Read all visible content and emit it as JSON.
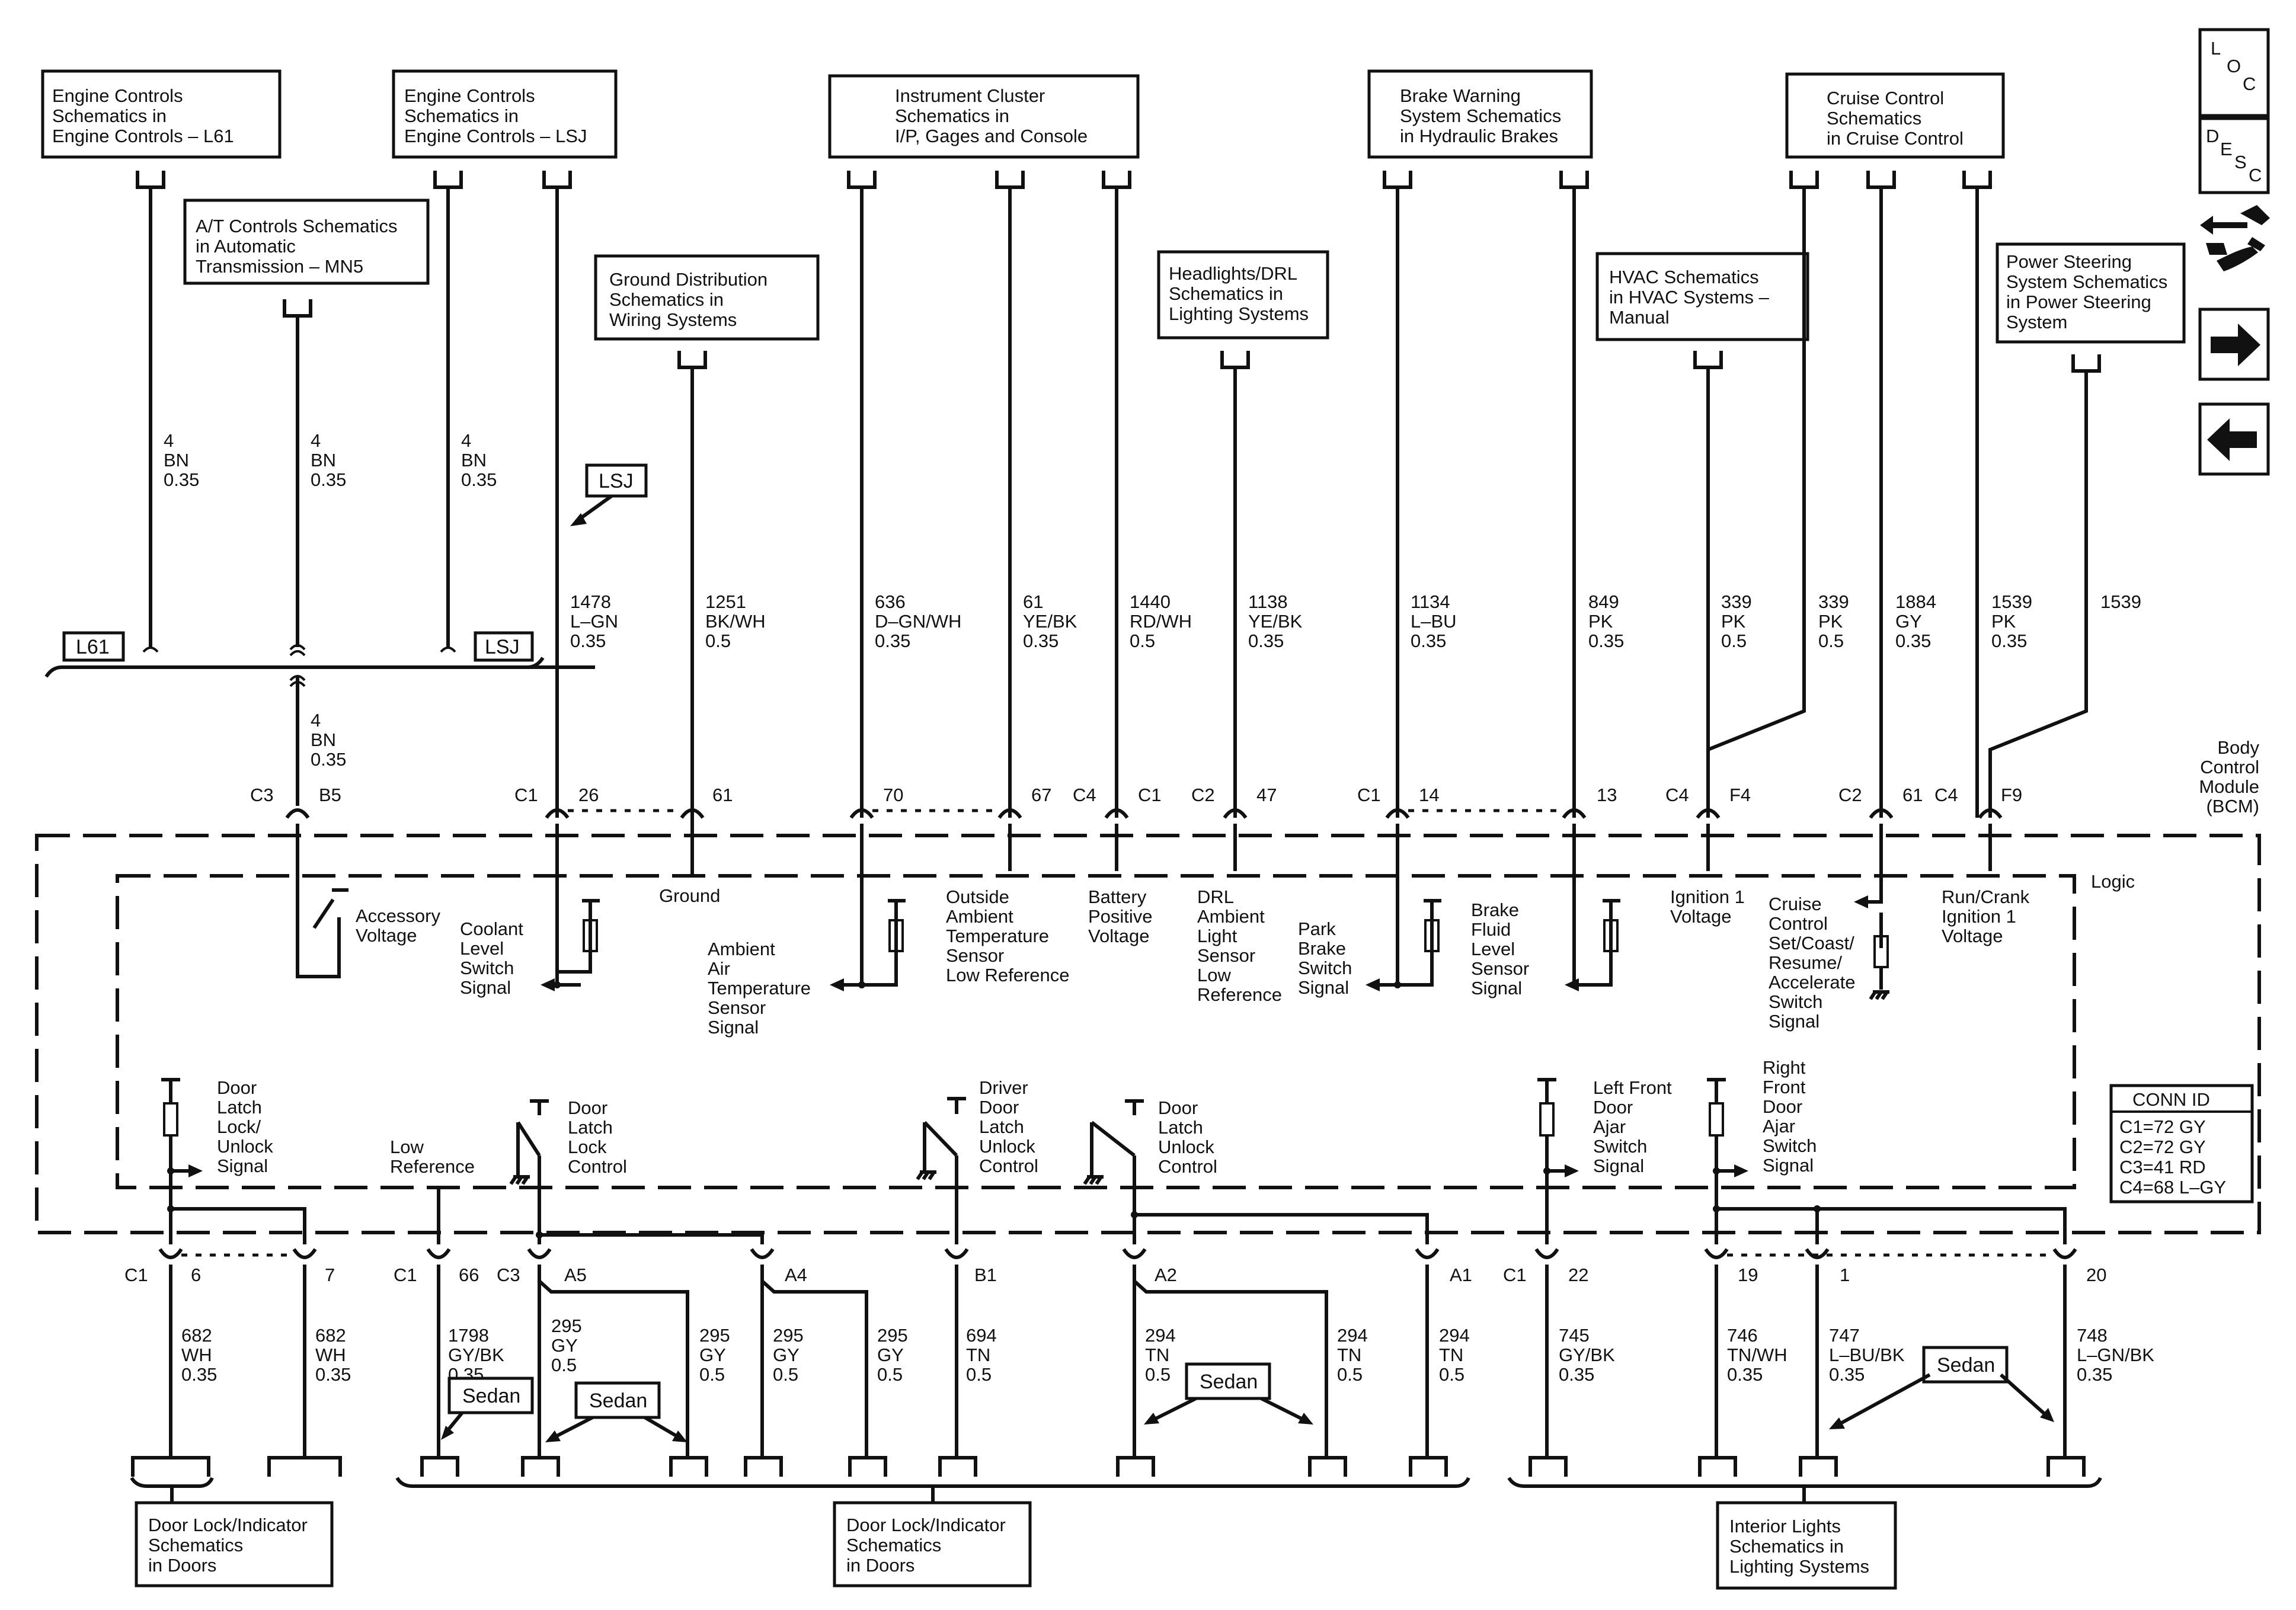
{
  "source_boxes": [
    {
      "lines": [
        "Engine Controls",
        "Schematics in",
        "Engine Controls – L61"
      ]
    },
    {
      "lines": [
        "Engine Controls",
        "Schematics in",
        "Engine Controls – LSJ"
      ]
    },
    {
      "lines": [
        "A/T Controls Schematics",
        "in Automatic",
        "Transmission – MN5"
      ]
    },
    {
      "lines": [
        "Ground Distribution",
        "Schematics in",
        "Wiring Systems"
      ]
    },
    {
      "lines": [
        "Instrument Cluster",
        "Schematics in",
        "I/P, Gages and Console"
      ]
    },
    {
      "lines": [
        "Headlights/DRL",
        "Schematics in",
        "Lighting Systems"
      ]
    },
    {
      "lines": [
        "Brake Warning",
        "System Schematics",
        "in Hydraulic Brakes"
      ]
    },
    {
      "lines": [
        "HVAC Schematics",
        "in HVAC Systems –",
        "Manual"
      ]
    },
    {
      "lines": [
        "Cruise Control",
        "Schematics",
        "in Cruise Control"
      ]
    },
    {
      "lines": [
        "Power Steering",
        "System Schematics",
        "in Power Steering",
        "System"
      ]
    }
  ],
  "option_tags": {
    "l61": "L61",
    "lsj": "LSJ",
    "lsj_upper": "LSJ",
    "sedan": "Sedan"
  },
  "upper_wires": [
    {
      "lines": [
        "4",
        "BN",
        "0.35"
      ]
    },
    {
      "lines": [
        "4",
        "BN",
        "0.35"
      ]
    },
    {
      "lines": [
        "4",
        "BN",
        "0.35"
      ]
    },
    {
      "lines": [
        "4",
        "BN",
        "0.35"
      ]
    },
    {
      "lines": [
        "1478",
        "L–GN",
        "0.35"
      ]
    },
    {
      "lines": [
        "1251",
        "BK/WH",
        "0.5"
      ]
    },
    {
      "lines": [
        "636",
        "D–GN/WH",
        "0.35"
      ]
    },
    {
      "lines": [
        "61",
        "YE/BK",
        "0.35"
      ]
    },
    {
      "lines": [
        "1440",
        "RD/WH",
        "0.5"
      ]
    },
    {
      "lines": [
        "1138",
        "YE/BK",
        "0.35"
      ]
    },
    {
      "lines": [
        "1134",
        "L–BU",
        "0.35"
      ]
    },
    {
      "lines": [
        "849",
        "PK",
        "0.35"
      ]
    },
    {
      "lines": [
        "339",
        "PK",
        "0.5"
      ]
    },
    {
      "lines": [
        "339",
        "PK",
        "0.5"
      ]
    },
    {
      "lines": [
        "1884",
        "GY",
        "0.35"
      ]
    },
    {
      "lines": [
        "1539",
        "PK",
        "0.35"
      ]
    },
    {
      "lines": [
        "1539"
      ]
    }
  ],
  "top_pins": [
    "C3",
    "B5",
    "C1",
    "26",
    "61",
    "70",
    "67",
    "C4",
    "C1",
    "C2",
    "47",
    "C1",
    "14",
    "13",
    "C4",
    "F4",
    "C2",
    "61",
    "C4",
    "F9"
  ],
  "module": {
    "lines": [
      "Body",
      "Control",
      "Module",
      "(BCM)"
    ],
    "logic": "Logic"
  },
  "upper_signals": [
    {
      "lines": [
        "Accessory",
        "Voltage"
      ]
    },
    {
      "lines": [
        "Coolant",
        "Level",
        "Switch",
        "Signal"
      ]
    },
    {
      "lines": [
        "Ground"
      ]
    },
    {
      "lines": [
        "Ambient",
        "Air",
        "Temperature",
        "Sensor",
        "Signal"
      ]
    },
    {
      "lines": [
        "Outside",
        "Ambient",
        "Temperature",
        "Sensor",
        "Low Reference"
      ]
    },
    {
      "lines": [
        "Battery",
        "Positive",
        "Voltage"
      ]
    },
    {
      "lines": [
        "DRL",
        "Ambient",
        "Light",
        "Sensor",
        "Low",
        "Reference"
      ]
    },
    {
      "lines": [
        "Park",
        "Brake",
        "Switch",
        "Signal"
      ]
    },
    {
      "lines": [
        "Brake",
        "Fluid",
        "Level",
        "Sensor",
        "Signal"
      ]
    },
    {
      "lines": [
        "Ignition 1",
        "Voltage"
      ]
    },
    {
      "lines": [
        "Cruise",
        "Control",
        "Set/Coast/",
        "Resume/",
        "Accelerate",
        "Switch",
        "Signal"
      ]
    },
    {
      "lines": [
        "Run/Crank",
        "Ignition 1",
        "Voltage"
      ]
    }
  ],
  "lower_signals": [
    {
      "lines": [
        "Door",
        "Latch",
        "Lock/",
        "Unlock",
        "Signal"
      ]
    },
    {
      "lines": [
        "Low",
        "Reference"
      ]
    },
    {
      "lines": [
        "Door",
        "Latch",
        "Lock",
        "Control"
      ]
    },
    {
      "lines": [
        "Driver",
        "Door",
        "Latch",
        "Unlock",
        "Control"
      ]
    },
    {
      "lines": [
        "Door",
        "Latch",
        "Unlock",
        "Control"
      ]
    },
    {
      "lines": [
        "Left Front",
        "Door",
        "Ajar",
        "Switch",
        "Signal"
      ]
    },
    {
      "lines": [
        "Right",
        "Front",
        "Door",
        "Ajar",
        "Switch",
        "Signal"
      ]
    }
  ],
  "conn_id": {
    "title": "CONN ID",
    "lines": [
      "C1=72 GY",
      "C2=72 GY",
      "C3=41 RD",
      "C4=68 L–GY"
    ]
  },
  "bottom_pins": [
    "C1",
    "6",
    "7",
    "C1",
    "66",
    "C3",
    "A5",
    "A4",
    "B1",
    "A2",
    "A1",
    "C1",
    "22",
    "19",
    "1",
    "20"
  ],
  "lower_wires": [
    {
      "lines": [
        "682",
        "WH",
        "0.35"
      ]
    },
    {
      "lines": [
        "682",
        "WH",
        "0.35"
      ]
    },
    {
      "lines": [
        "1798",
        "GY/BK",
        "0.35"
      ]
    },
    {
      "lines": [
        "295",
        "GY",
        "0.5"
      ]
    },
    {
      "lines": [
        "295",
        "GY",
        "0.5"
      ]
    },
    {
      "lines": [
        "295",
        "GY",
        "0.5"
      ]
    },
    {
      "lines": [
        "295",
        "GY",
        "0.5"
      ]
    },
    {
      "lines": [
        "694",
        "TN",
        "0.5"
      ]
    },
    {
      "lines": [
        "294",
        "TN",
        "0.5"
      ]
    },
    {
      "lines": [
        "294",
        "TN",
        "0.5"
      ]
    },
    {
      "lines": [
        "294",
        "TN",
        "0.5"
      ]
    },
    {
      "lines": [
        "745",
        "GY/BK",
        "0.35"
      ]
    },
    {
      "lines": [
        "746",
        "TN/WH",
        "0.35"
      ]
    },
    {
      "lines": [
        "747",
        "L–BU/BK",
        "0.35"
      ]
    },
    {
      "lines": [
        "748",
        "L–GN/BK",
        "0.35"
      ]
    }
  ],
  "dest_boxes": [
    {
      "lines": [
        "Door Lock/Indicator",
        "Schematics",
        "in Doors"
      ]
    },
    {
      "lines": [
        "Door Lock/Indicator",
        "Schematics",
        "in Doors"
      ]
    },
    {
      "lines": [
        "Interior Lights",
        "Schematics in",
        "Lighting Systems"
      ]
    }
  ],
  "nav": [
    {
      "icon": "loc-icon",
      "letters": [
        "L",
        "O",
        "C"
      ]
    },
    {
      "icon": "desc-icon",
      "letters": [
        "D",
        "E",
        "S",
        "C"
      ]
    },
    {
      "icon": "connector-tool-icon"
    },
    {
      "icon": "arrow-right-icon"
    },
    {
      "icon": "arrow-left-icon"
    }
  ]
}
